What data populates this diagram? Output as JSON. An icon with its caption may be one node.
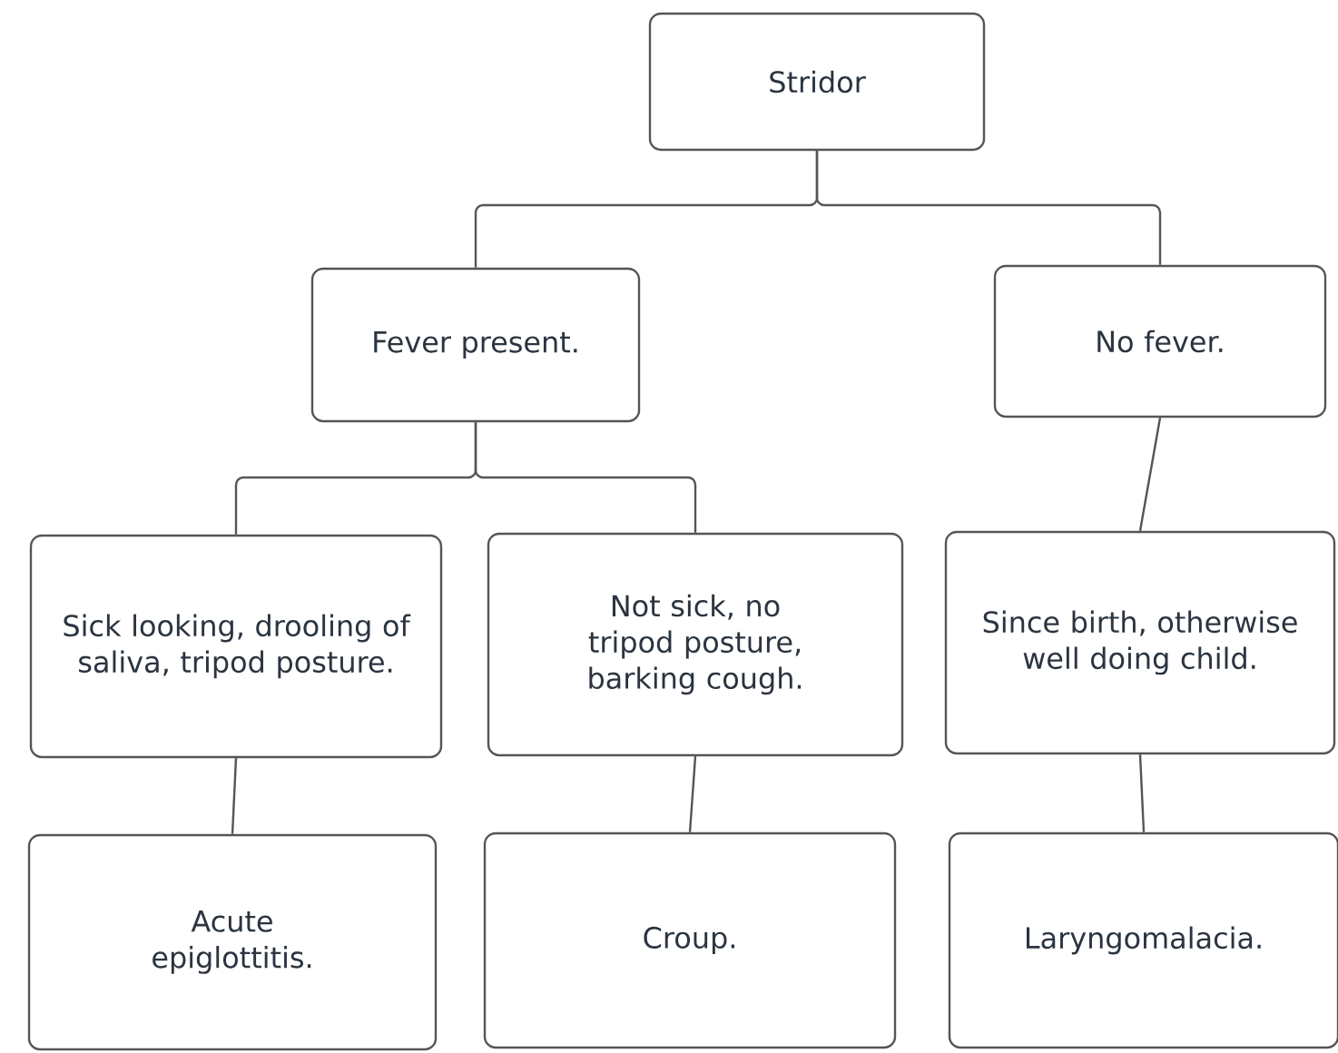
{
  "diagram": {
    "nodes": [
      {
        "text": [
          "Stridor"
        ]
      },
      {
        "text": [
          "Fever present."
        ]
      },
      {
        "text": [
          "No fever."
        ]
      },
      {
        "text": [
          "Sick looking, drooling of saliva, tripod posture."
        ]
      },
      {
        "text": [
          "Not sick, no tripod posture, barking cough."
        ]
      },
      {
        "text": [
          "Since birth, otherwise well doing child."
        ]
      },
      {
        "text": [
          "Acute epiglottitis."
        ]
      },
      {
        "text": [
          "Croup."
        ]
      },
      {
        "text": [
          "Laryngomalacia."
        ]
      }
    ],
    "edges": [
      {
        "from": 0,
        "to": 1,
        "arrow": "none"
      },
      {
        "from": 0,
        "to": 2,
        "arrow": "none"
      },
      {
        "from": 1,
        "to": 3,
        "arrow": "none"
      },
      {
        "from": 1,
        "to": 4,
        "arrow": "none"
      },
      {
        "from": 2,
        "to": 5,
        "arrow": "none"
      },
      {
        "from": 3,
        "to": 6,
        "arrow": "none"
      },
      {
        "from": 4,
        "to": 7,
        "arrow": "none"
      },
      {
        "from": 5,
        "to": 8,
        "arrow": "none"
      }
    ]
  }
}
